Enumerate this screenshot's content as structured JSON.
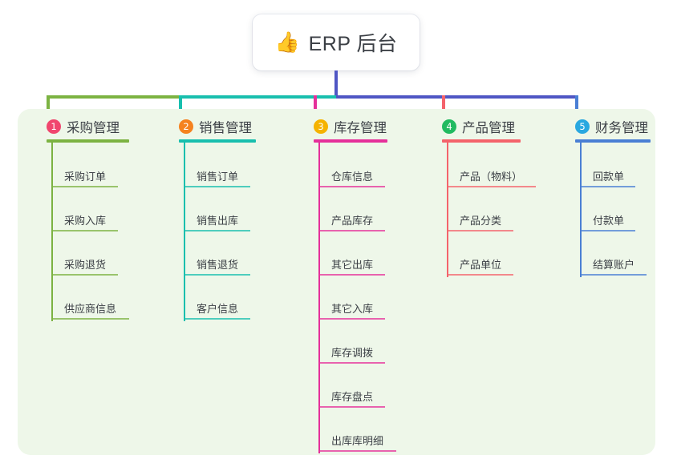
{
  "diagram": {
    "title": {
      "icon": "thumbs-up-icon",
      "emoji": "👍",
      "text": "ERP 后台"
    },
    "panel_bg": "#eef7e9",
    "canvas_bg": "#ffffff",
    "stem_color": "#4f56c4",
    "columns": [
      {
        "index": "1",
        "badge_glyph": "1",
        "badge_color": "#f0466e",
        "line_color": "#7cb342",
        "title": "采购管理",
        "items": [
          "采购订单",
          "采购入库",
          "采购退货",
          "供应商信息"
        ]
      },
      {
        "index": "2",
        "badge_glyph": "2",
        "badge_color": "#f5821f",
        "line_color": "#18bfae",
        "title": "销售管理",
        "items": [
          "销售订单",
          "销售出库",
          "销售退货",
          "客户信息"
        ]
      },
      {
        "index": "3",
        "badge_glyph": "3",
        "badge_color": "#f5b301",
        "line_color": "#e5309a",
        "title": "库存管理",
        "items": [
          "仓库信息",
          "产品库存",
          "其它出库",
          "其它入库",
          "库存调拨",
          "库存盘点",
          "出库库明细"
        ]
      },
      {
        "index": "4",
        "badge_glyph": "4",
        "badge_color": "#21ba60",
        "line_color": "#f4636b",
        "title": "产品管理",
        "items": [
          "产品（物料）",
          "产品分类",
          "产品单位"
        ]
      },
      {
        "index": "5",
        "badge_glyph": "5",
        "badge_color": "#29a8e0",
        "line_color": "#4a7fd4",
        "title": "财务管理",
        "items": [
          "回款单",
          "付款单",
          "结算账户"
        ]
      }
    ]
  }
}
